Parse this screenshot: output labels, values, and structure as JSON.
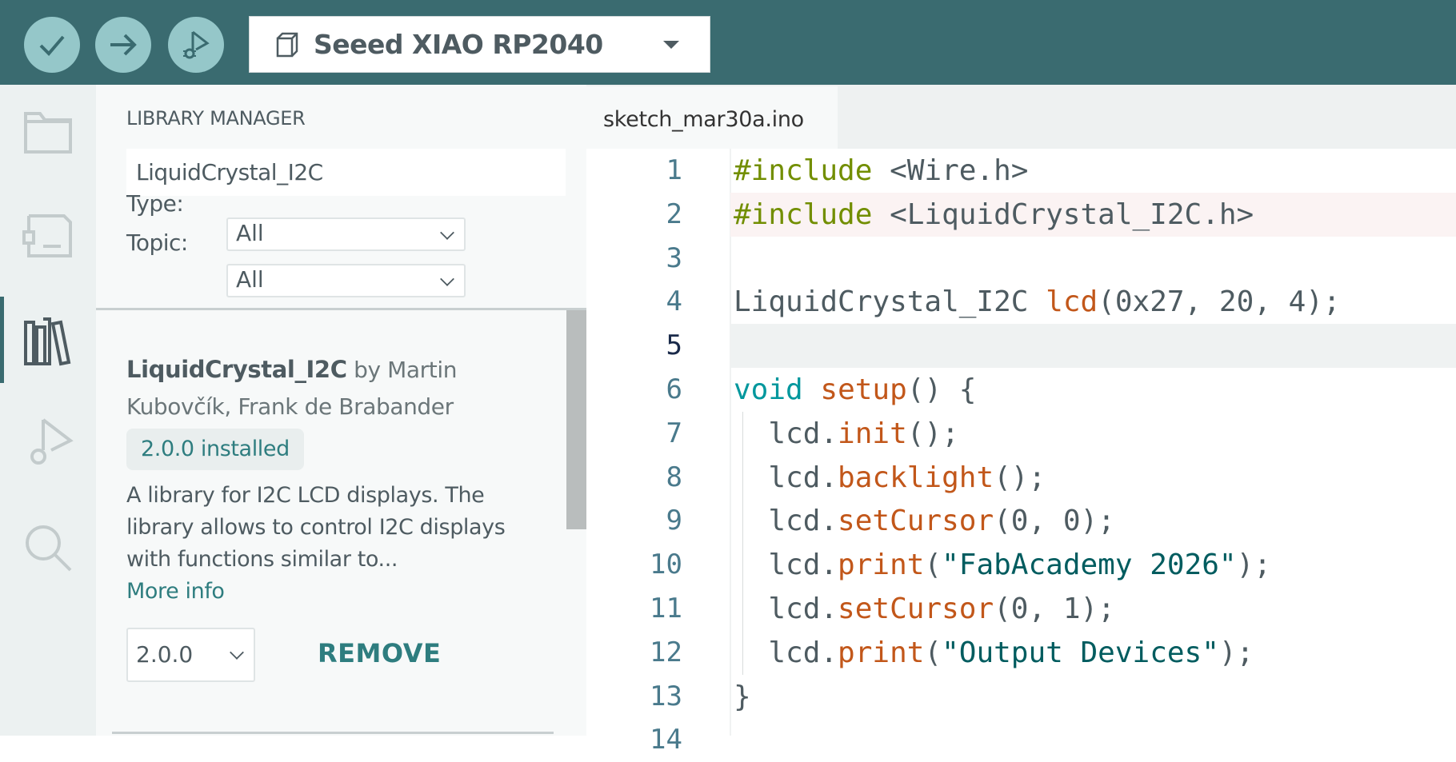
{
  "toolbar": {
    "verify": "verify-icon",
    "upload": "upload-icon",
    "debug": "debug-icon",
    "board": "Seeed XIAO RP2040"
  },
  "sidebar": {
    "icons": [
      "folder-icon",
      "board-manager-icon",
      "library-icon",
      "debug-icon",
      "search-icon"
    ],
    "active": 2
  },
  "library": {
    "title": "LIBRARY MANAGER",
    "search_value": "LiquidCrystal_I2C",
    "type_label": "Type:",
    "type_value": "All",
    "topic_label": "Topic:",
    "topic_value": "All",
    "item": {
      "name": "LiquidCrystal_I2C",
      "by": " by Martin Kubovčík, Frank de Brabander",
      "badge": "2.0.0 installed",
      "description": "A library for I2C LCD displays. The library allows to control I2C displays with functions similar to...",
      "more": "More info",
      "version": "2.0.0",
      "remove": "REMOVE"
    }
  },
  "editor": {
    "tab": "sketch_mar30a.ino",
    "current_line": 5,
    "lines": [
      [
        [
          "pre",
          "#include"
        ],
        [
          "txt",
          " <Wire.h>"
        ]
      ],
      [
        [
          "pre",
          "#include"
        ],
        [
          "txt",
          " <LiquidCrystal_I2C.h>"
        ]
      ],
      [],
      [
        [
          "txt",
          "LiquidCrystal_I2C "
        ],
        [
          "fn",
          "lcd"
        ],
        [
          "txt",
          "(0x27, 20, 4);"
        ]
      ],
      [],
      [
        [
          "type",
          "void"
        ],
        [
          "txt",
          " "
        ],
        [
          "fn",
          "setup"
        ],
        [
          "txt",
          "() {"
        ]
      ],
      [
        [
          "txt",
          "  lcd."
        ],
        [
          "fn",
          "init"
        ],
        [
          "txt",
          "();"
        ]
      ],
      [
        [
          "txt",
          "  lcd."
        ],
        [
          "fn",
          "backlight"
        ],
        [
          "txt",
          "();"
        ]
      ],
      [
        [
          "txt",
          "  lcd."
        ],
        [
          "fn",
          "setCursor"
        ],
        [
          "txt",
          "(0, 0);"
        ]
      ],
      [
        [
          "txt",
          "  lcd."
        ],
        [
          "fn",
          "print"
        ],
        [
          "txt",
          "("
        ],
        [
          "str",
          "\"FabAcademy 2026\""
        ],
        [
          "txt",
          ");"
        ]
      ],
      [
        [
          "txt",
          "  lcd."
        ],
        [
          "fn",
          "setCursor"
        ],
        [
          "txt",
          "(0, 1);"
        ]
      ],
      [
        [
          "txt",
          "  lcd."
        ],
        [
          "fn",
          "print"
        ],
        [
          "txt",
          "("
        ],
        [
          "str",
          "\"Output Devices\""
        ],
        [
          "txt",
          ");"
        ]
      ],
      [
        [
          "txt",
          "}"
        ]
      ],
      []
    ]
  }
}
